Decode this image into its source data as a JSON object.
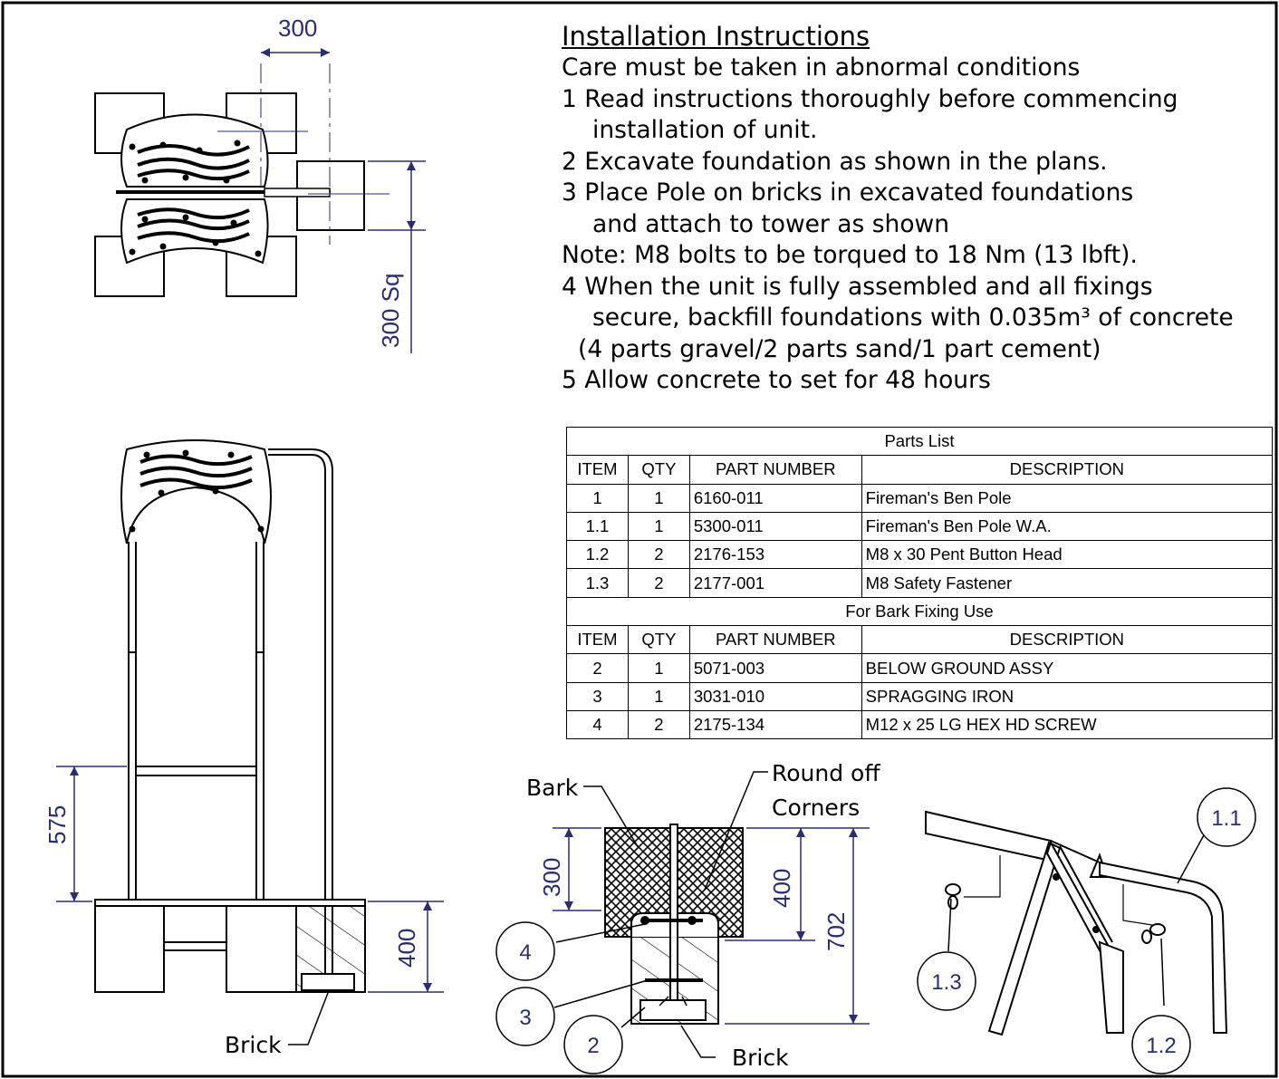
{
  "instructions": {
    "title": "Installation Instructions",
    "intro": "Care must be taken in abnormal conditions",
    "step1_a": "1  Read instructions thoroughly before commencing",
    "step1_b": "installation of unit.",
    "step2": "2  Excavate foundation as shown in the plans.",
    "step3_a": "3  Place Pole on bricks in excavated foundations",
    "step3_b": "and attach to tower as shown",
    "note": "Note: M8 bolts to be torqued to 18 Nm (13 lbft).",
    "step4_a": "4  When the unit is fully assembled and all fixings",
    "step4_b": "secure, backfill foundations with 0.035m³ of concrete",
    "step4_c": "(4 parts gravel/2 parts sand/1 part cement)",
    "step5": "5  Allow concrete to set for 48 hours"
  },
  "parts_list": {
    "title": "Parts List",
    "headers": [
      "ITEM",
      "QTY",
      "PART NUMBER",
      "DESCRIPTION"
    ],
    "rows": [
      [
        "1",
        "1",
        "6160-011",
        "Fireman's Ben Pole"
      ],
      [
        "1.1",
        "1",
        "5300-011",
        "Fireman's Ben Pole W.A."
      ],
      [
        "1.2",
        "2",
        "2176-153",
        "M8 x 30 Pent Button Head"
      ],
      [
        "1.3",
        "2",
        "2177-001",
        "M8 Safety Fastener"
      ]
    ],
    "bark_title": "For Bark Fixing Use",
    "bark_rows": [
      [
        "2",
        "1",
        "5071-003",
        "BELOW GROUND ASSY"
      ],
      [
        "3",
        "1",
        "3031-010",
        "SPRAGGING IRON"
      ],
      [
        "4",
        "2",
        "2175-134",
        "M12 x 25 LG HEX HD SCREW"
      ]
    ]
  },
  "dimensions": {
    "plan_width": "300",
    "plan_square": "300 Sq",
    "elevation_height": "575",
    "elevation_depth": "400",
    "section_bark_depth": "300",
    "section_depth": "400",
    "section_total": "702"
  },
  "labels": {
    "brick_left": "Brick",
    "bark": "Bark",
    "round_off_1": "Round off",
    "round_off_2": "Corners",
    "brick_section": "Brick"
  },
  "callouts": {
    "c4": "4",
    "c3": "3",
    "c2": "2",
    "c1_1": "1.1",
    "c1_3": "1.3",
    "c1_2": "1.2"
  },
  "colors": {
    "dimension_text": "#2b2e6e",
    "line": "#000000"
  }
}
